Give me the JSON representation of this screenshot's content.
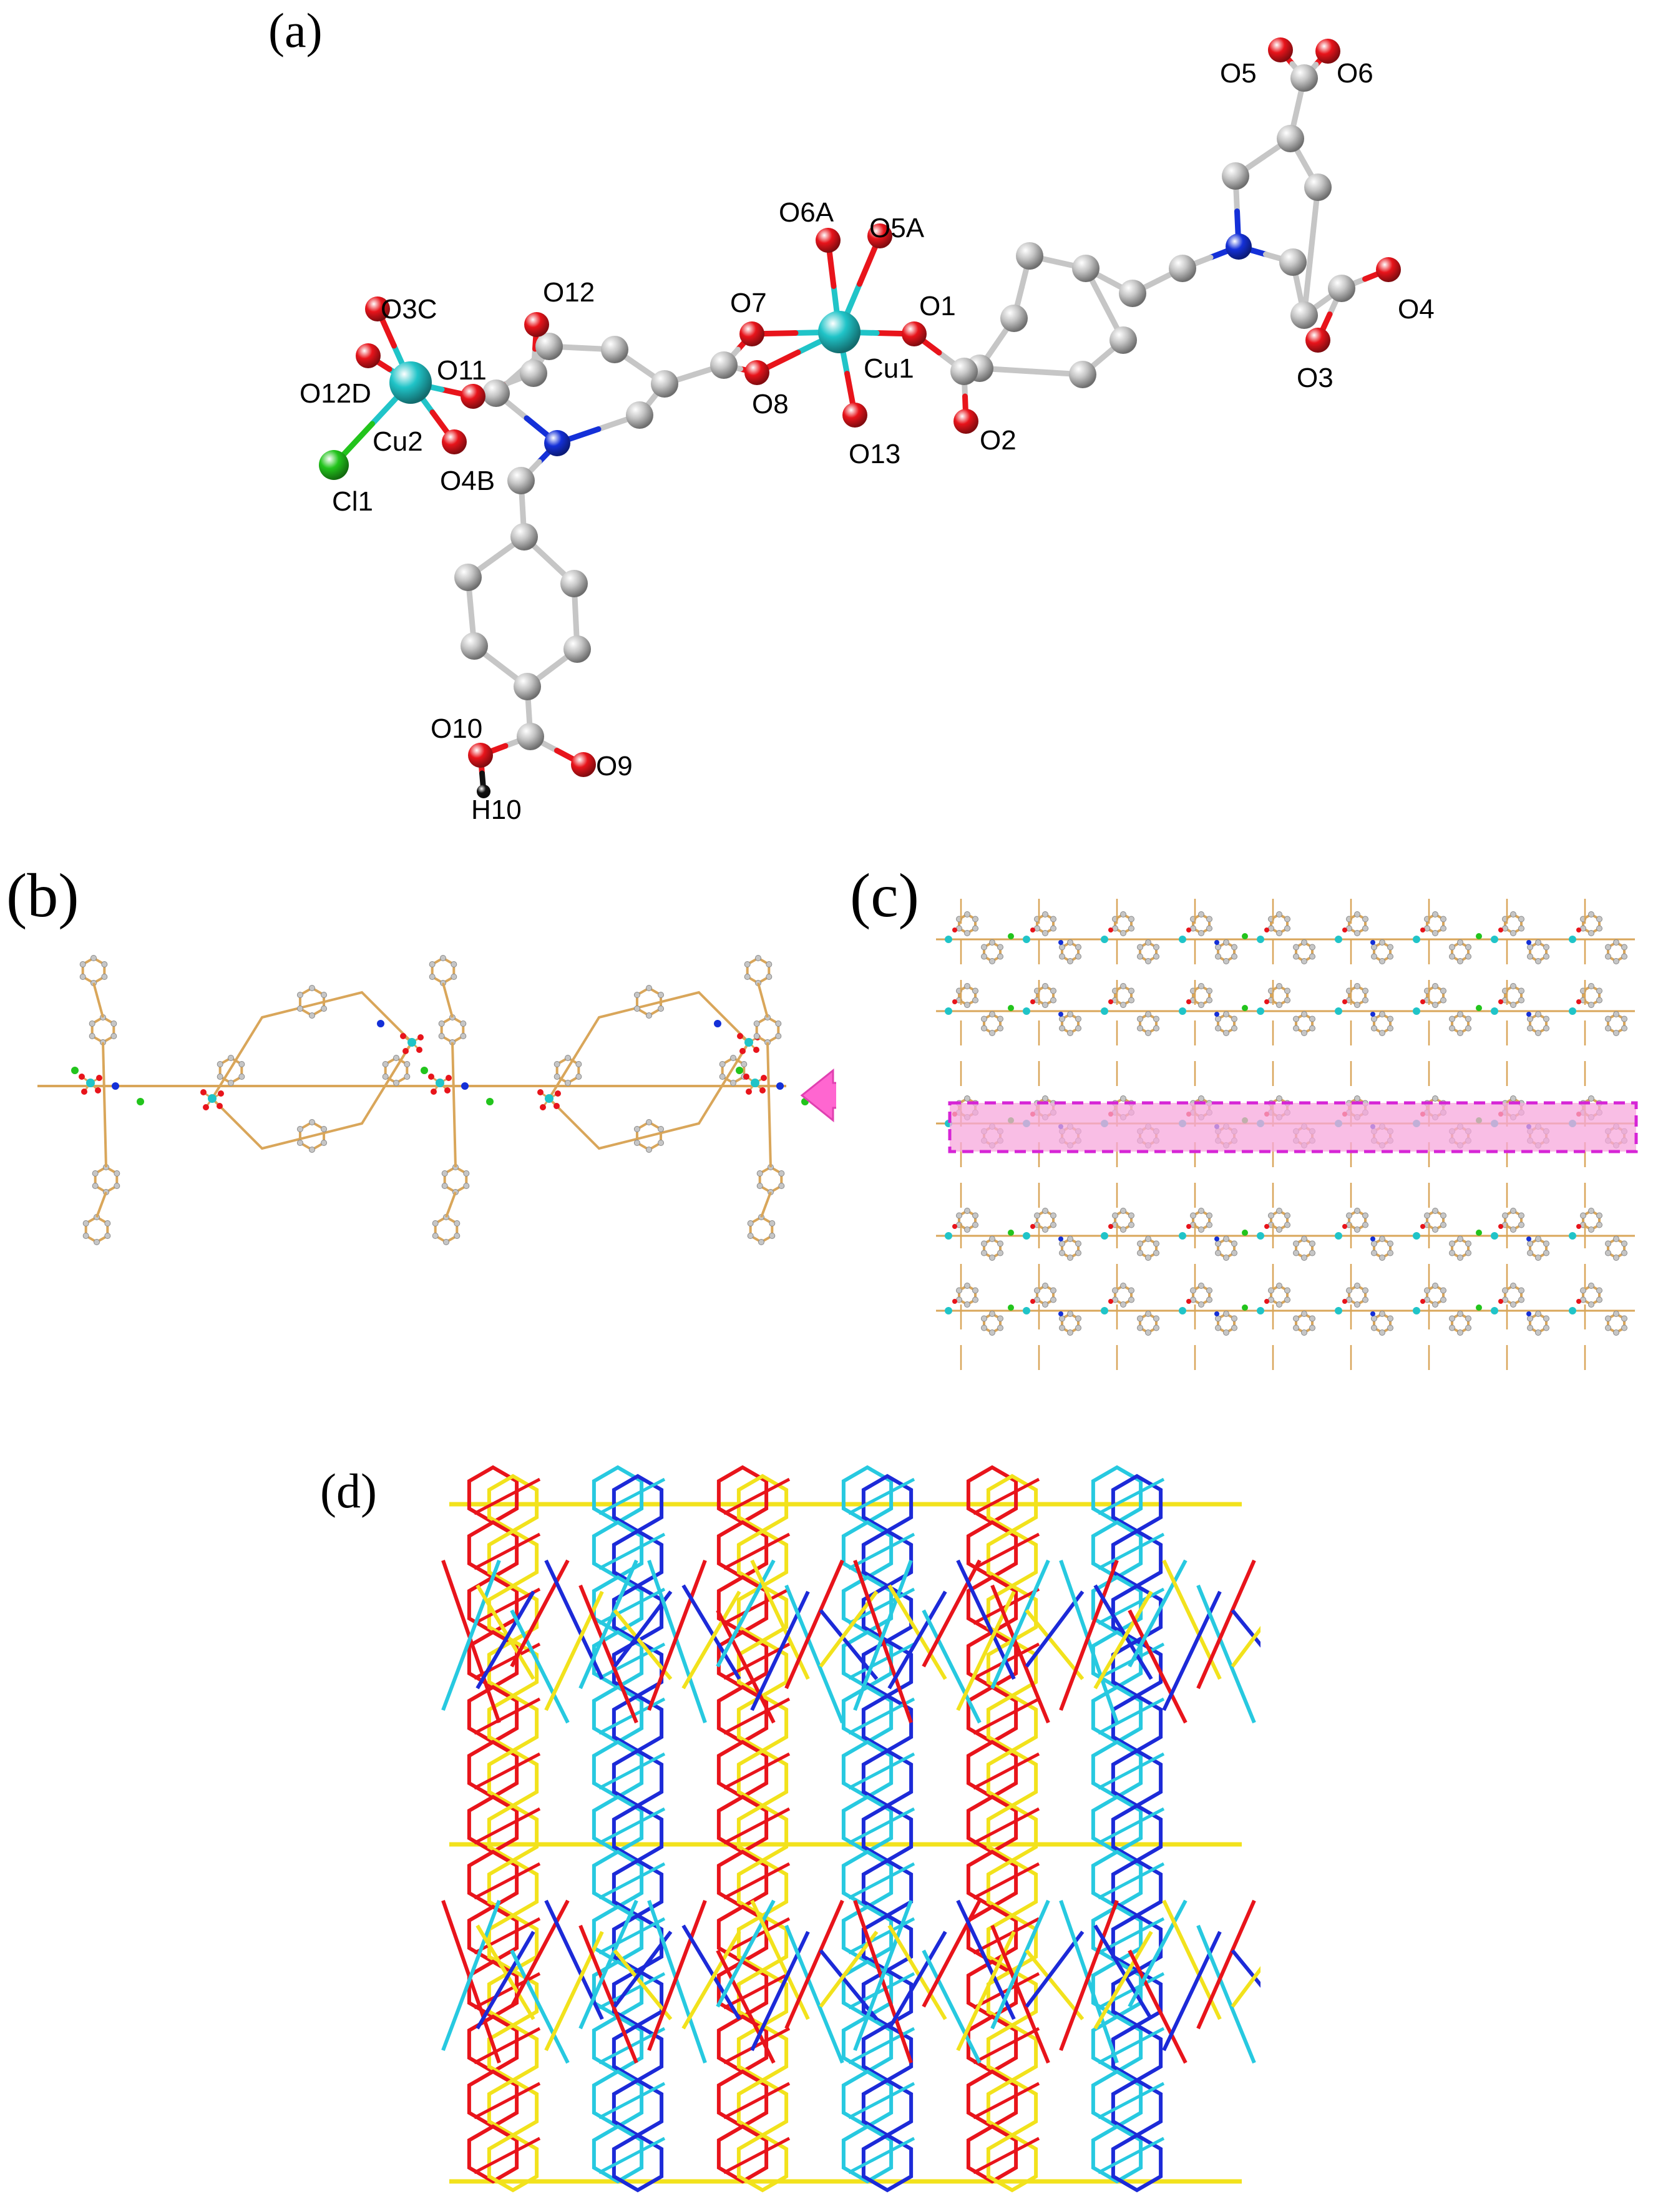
{
  "panels": {
    "a": {
      "label": "(a)"
    },
    "b": {
      "label": "(b)"
    },
    "c": {
      "label": "(c)"
    },
    "d": {
      "label": "(d)"
    }
  },
  "atom_labels": {
    "O5": "O5",
    "O6": "O6",
    "O6A": "O6A",
    "O5A": "O5A",
    "O3C": "O3C",
    "O12": "O12",
    "O7": "O7",
    "O1": "O1",
    "O12D": "O12D",
    "O11": "O11",
    "Cu1": "Cu1",
    "O4": "O4",
    "Cu2": "Cu2",
    "O8": "O8",
    "O3": "O3",
    "O13": "O13",
    "O2": "O2",
    "O4B": "O4B",
    "Cl1": "Cl1",
    "O10": "O10",
    "O9": "O9",
    "H10": "H10"
  },
  "colors": {
    "carbon": "#c6c6c6",
    "oxygen": "#e8141b",
    "nitrogen": "#1430d8",
    "copper": "#20c4c8",
    "chlorine": "#22c41c",
    "hydrogen": "#111111",
    "bond_stick": "#d9a65a",
    "highlight_fill": "#f7a8dc",
    "highlight_border": "#d625d6",
    "arrow": "#ff66d0",
    "net_red": "#e8141b",
    "net_yellow": "#f2e21c",
    "net_cyan": "#27c9e0",
    "net_blue": "#1c2ad8"
  }
}
